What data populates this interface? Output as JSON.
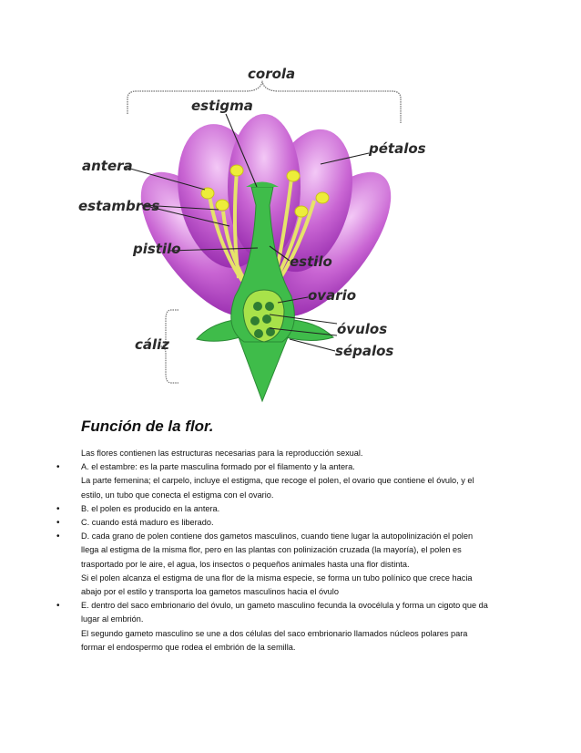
{
  "diagram": {
    "labels": {
      "corola": "corola",
      "estigma": "estigma",
      "petalos": "pétalos",
      "antera": "antera",
      "estambres": "estambres",
      "pistilo": "pistilo",
      "estilo": "estilo",
      "ovario": "ovario",
      "ovulos": "óvulos",
      "caliz": "cáliz",
      "sepalos": "sépalos"
    },
    "colors": {
      "petal": "#b84fc6",
      "petal_light": "#e8a6ee",
      "stem": "#39b54a",
      "ovary": "#a8e24a",
      "ovule": "#2f7d32",
      "stamen": "#e6e36a"
    }
  },
  "title": "Función de la flor.",
  "intro": "Las flores contienen las estructuras necesarias para la reproducción sexual.",
  "items": [
    {
      "lines": [
        "A. el estambre: es la parte masculina formado por el filamento y la antera.",
        "La parte femenina; el carpelo, incluye el estigma, que recoge el polen, el ovario que contiene el óvulo, y el",
        "estilo, un tubo que conecta el estigma con el ovario."
      ]
    },
    {
      "lines": [
        "B. el polen es producido en la antera."
      ]
    },
    {
      "lines": [
        "C. cuando está maduro es liberado."
      ]
    },
    {
      "lines": [
        "D. cada grano de polen contiene dos gametos masculinos, cuando tiene lugar la autopolinización el polen",
        "llega al estigma de la misma flor, pero en las plantas con polinización cruzada (la mayoría), el polen es",
        "trasportado por le aire, el agua, los insectos o pequeños animales hasta una flor distinta.",
        "Si el polen alcanza el estigma de una flor de la misma especie, se forma un tubo polínico que crece hacia",
        "abajo por el estilo y transporta loa gametos masculinos hacia el óvulo"
      ]
    },
    {
      "lines": [
        "E. dentro del saco embrionario del óvulo, un gameto masculino fecunda la ovocélula y forma un cigoto que da",
        "lugar al embrión.",
        "El segundo gameto masculino se une a dos células del saco embrionario llamados núcleos polares para",
        "formar el endospermo que rodea el embrión de la semilla."
      ]
    }
  ]
}
